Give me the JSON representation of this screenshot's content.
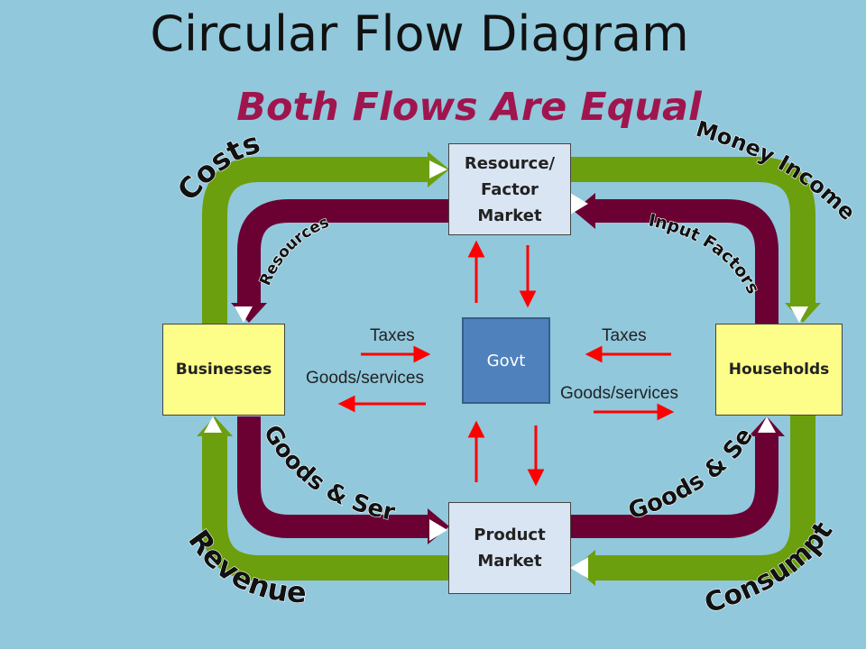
{
  "title": "Circular Flow Diagram",
  "subtitle": "Both Flows Are Equal",
  "nodes": {
    "resource_market": "Resource/\nFactor\nMarket",
    "product_market": "Product\nMarket",
    "businesses": "Businesses",
    "households": "Households",
    "govt": "Govt"
  },
  "flow_labels": {
    "costs": "Costs",
    "money_income": "Money Income",
    "resources": "Resources",
    "input_factors": "Input Factors",
    "goods_services_left": "Goods & Services",
    "goods_services_right": "Goods & Services",
    "revenue": "Revenue",
    "consumption": "Consumption"
  },
  "govt_labels": {
    "taxes_left": "Taxes",
    "goods_left": "Goods/services",
    "taxes_right": "Taxes",
    "goods_right": "Goods/services"
  },
  "colors": {
    "money_flow": "#5e9a00",
    "real_flow": "#6b0033",
    "govt_arrow": "#ff0000",
    "background": "#91c8dc"
  }
}
